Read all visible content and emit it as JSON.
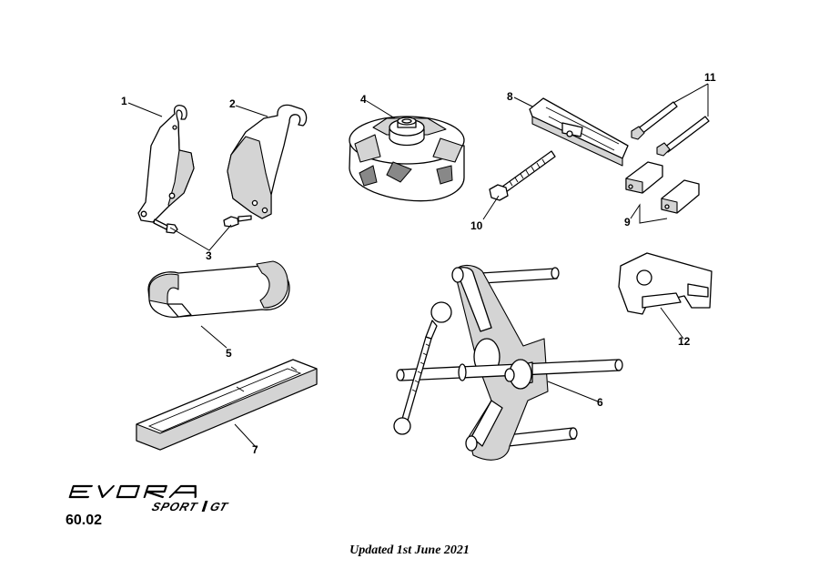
{
  "callouts": {
    "c1": "1",
    "c2": "2",
    "c3": "3",
    "c4": "4",
    "c5": "5",
    "c6": "6",
    "c7": "7",
    "c8": "8",
    "c9": "9",
    "c10": "10",
    "c11": "11",
    "c12": "12"
  },
  "brand": {
    "logo_text": "EVORA SPORT/GT"
  },
  "page_number": "60.02",
  "footer_note": "Updated 1st June 2021"
}
